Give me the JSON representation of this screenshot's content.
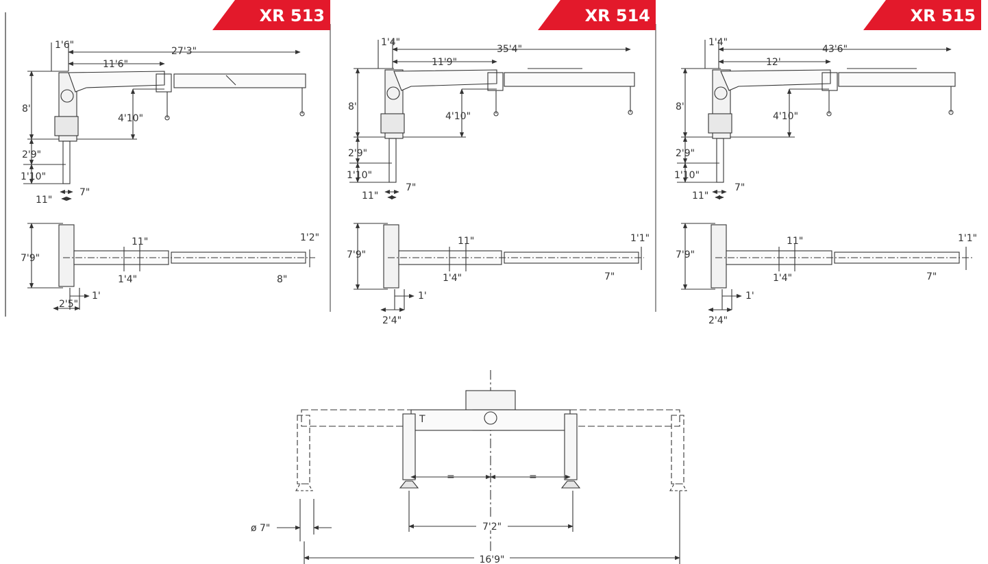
{
  "colors": {
    "accent": "#e3192b",
    "line": "#333333",
    "background": "#ffffff"
  },
  "models": [
    {
      "name": "XR 513",
      "side": {
        "top_offset": "1'6\"",
        "reach": "27'3\"",
        "inner_boom": "11'6\"",
        "height": "8'",
        "hook_drop": "4'10\"",
        "base_1": "2'9\"",
        "base_2": "1'10\"",
        "foot_1": "11\"",
        "foot_2": "7\""
      },
      "plan": {
        "width": "7'9\"",
        "boom_width_1": "11\"",
        "boom_width_2": "1'4\"",
        "tip_width_1": "1'2\"",
        "tip_width_2": "8\"",
        "base_depth_1": "1'",
        "base_depth_2": "2'5\""
      }
    },
    {
      "name": "XR 514",
      "side": {
        "top_offset": "1'4\"",
        "reach": "35'4\"",
        "inner_boom": "11'9\"",
        "height": "8'",
        "hook_drop": "4'10\"",
        "base_1": "2'9\"",
        "base_2": "1'10\"",
        "foot_1": "11\"",
        "foot_2": "7\""
      },
      "plan": {
        "width": "7'9\"",
        "boom_width_1": "11\"",
        "boom_width_2": "1'4\"",
        "tip_width_1": "1'1\"",
        "tip_width_2": "7\"",
        "base_depth_1": "1'",
        "base_depth_2": "2'4\""
      }
    },
    {
      "name": "XR 515",
      "side": {
        "top_offset": "1'4\"",
        "reach": "43'6\"",
        "inner_boom": "12'",
        "height": "8'",
        "hook_drop": "4'10\"",
        "base_1": "2'9\"",
        "base_2": "1'10\"",
        "foot_1": "11\"",
        "foot_2": "7\""
      },
      "plan": {
        "width": "7'9\"",
        "boom_width_1": "11\"",
        "boom_width_2": "1'4\"",
        "tip_width_1": "1'1\"",
        "tip_width_2": "7\"",
        "base_depth_1": "1'",
        "base_depth_2": "2'4\""
      }
    }
  ],
  "front_view": {
    "pad_diameter": "ø 7\"",
    "inner_span": "7'2\"",
    "outer_span": "16'9\"",
    "equal_mark": "=",
    "tray_mark": "T"
  }
}
